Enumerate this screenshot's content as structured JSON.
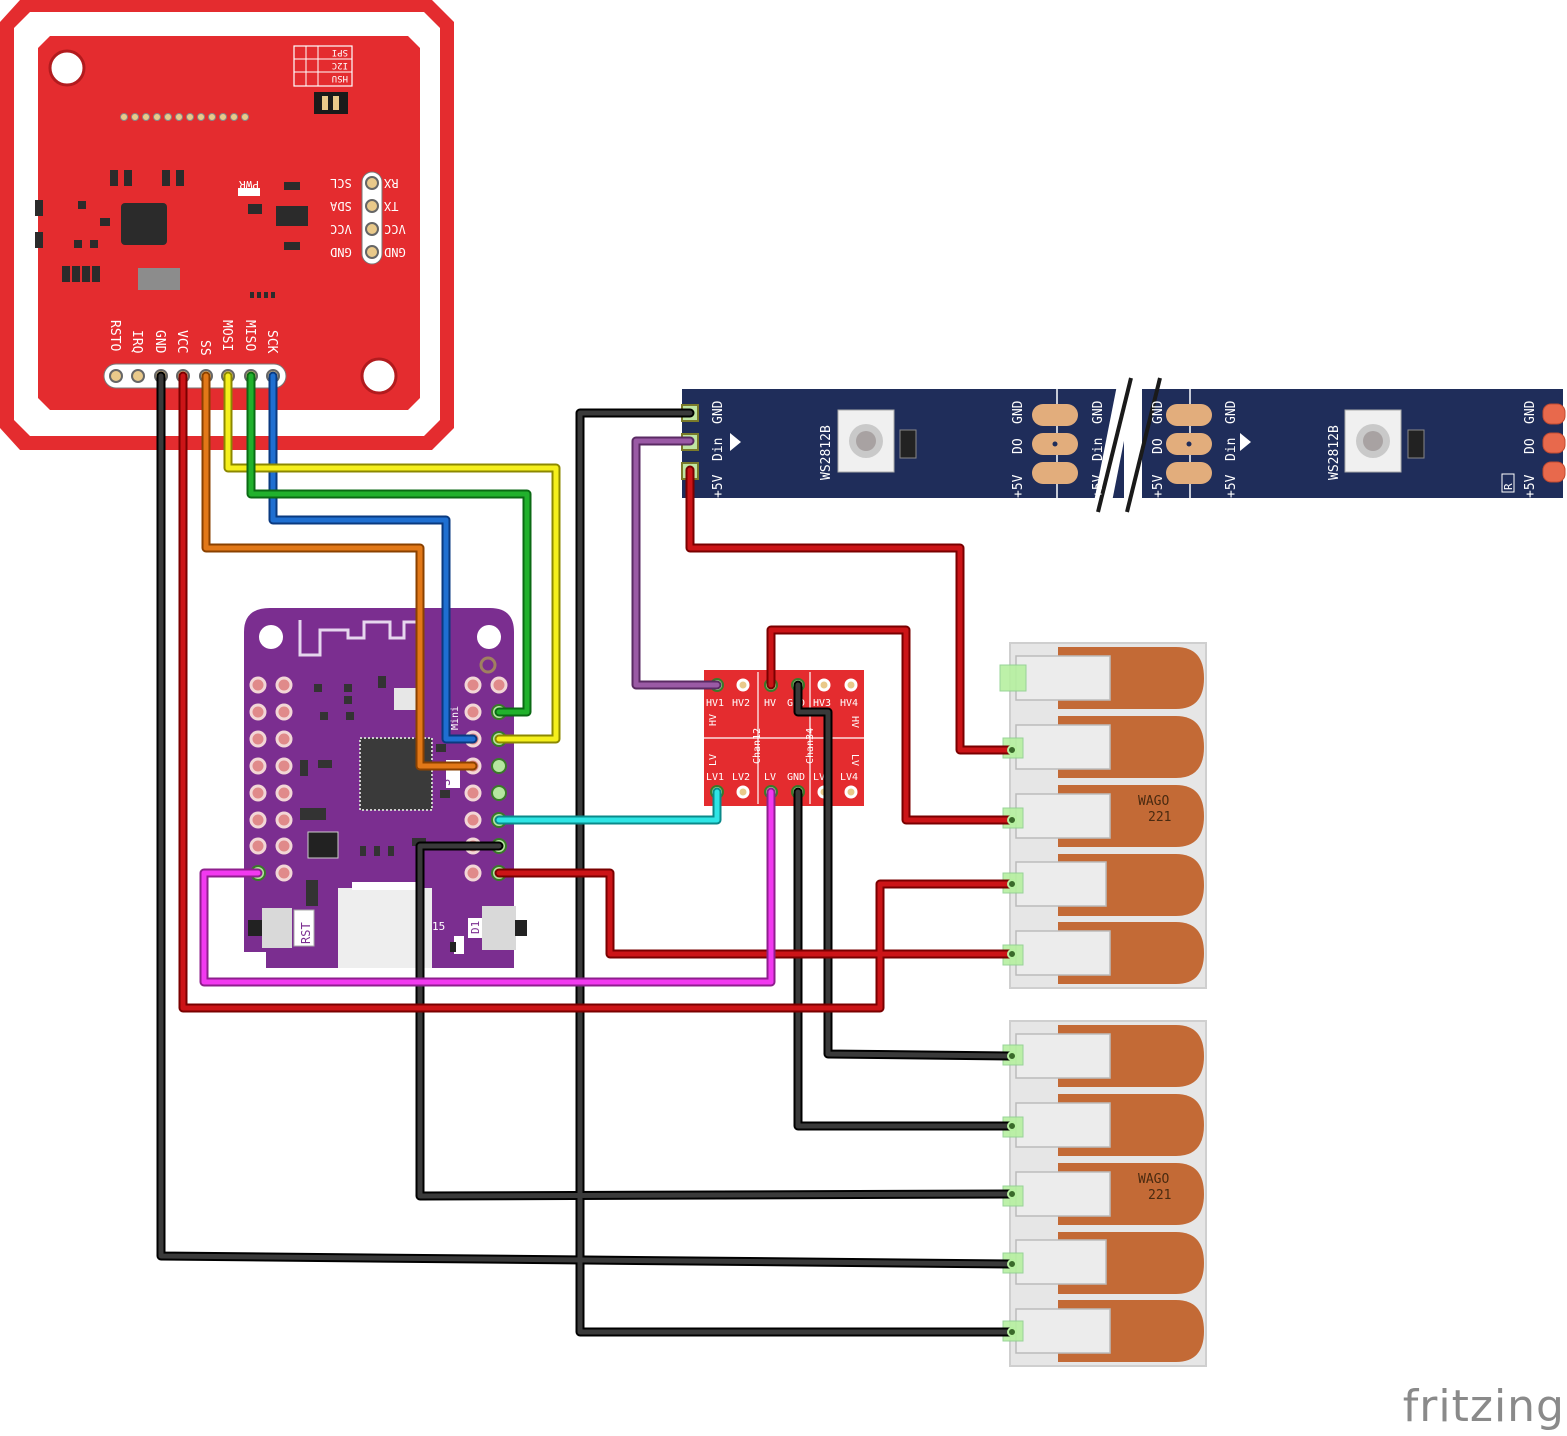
{
  "pn532": {
    "spi_hsu": [
      "SPI",
      "I2C",
      "HSU"
    ],
    "pwr": "PWR",
    "side_left": [
      "SCL",
      "SDA",
      "VCC",
      "GND"
    ],
    "side_right": [
      "RX",
      "TX",
      "VCC",
      "GND"
    ],
    "bottom_pins": [
      "RSTO",
      "IRQ",
      "GND",
      "VCC",
      "SS",
      "MOSI",
      "MISO",
      "SCK"
    ]
  },
  "strip": {
    "left_pins": [
      "GND",
      "Din",
      "+5V"
    ],
    "chip": "WS2812B",
    "pads": [
      "GND",
      "DO",
      "+5V"
    ],
    "pads_b": [
      "GND",
      "Din",
      "+5V"
    ],
    "registered": "R"
  },
  "shifter": {
    "top": [
      "HV1",
      "HV2",
      "HV",
      "GND",
      "HV3",
      "HV4"
    ],
    "bottom": [
      "LV1",
      "LV2",
      "LV",
      "GND",
      "LV3",
      "LV4"
    ],
    "side": [
      "HV",
      "LV",
      "HV",
      "LV"
    ],
    "chan": [
      "Chan12",
      "Chan34"
    ]
  },
  "d1": {
    "rst": "RST",
    "d1": "D1",
    "mini": "Mini",
    "io15": "15",
    "s": "S"
  },
  "wago": {
    "label1": "WAGO",
    "label2": "221"
  },
  "colors": {
    "pn532_red": "#e42c2f",
    "d1_purple": "#7b2e90",
    "strip_navy": "#1f2d5a",
    "wago_orange": "#c36a36",
    "wire_red": "#c9151b",
    "wire_black": "#1a1a1a",
    "wire_blue": "#1f6fd1",
    "wire_green": "#21b12c",
    "wire_yellow": "#f0ea1a",
    "wire_orange": "#e27818",
    "wire_purple": "#9a5aa5",
    "wire_magenta": "#f239f0",
    "wire_cyan": "#2ee5e5"
  },
  "watermark": "fritzing"
}
